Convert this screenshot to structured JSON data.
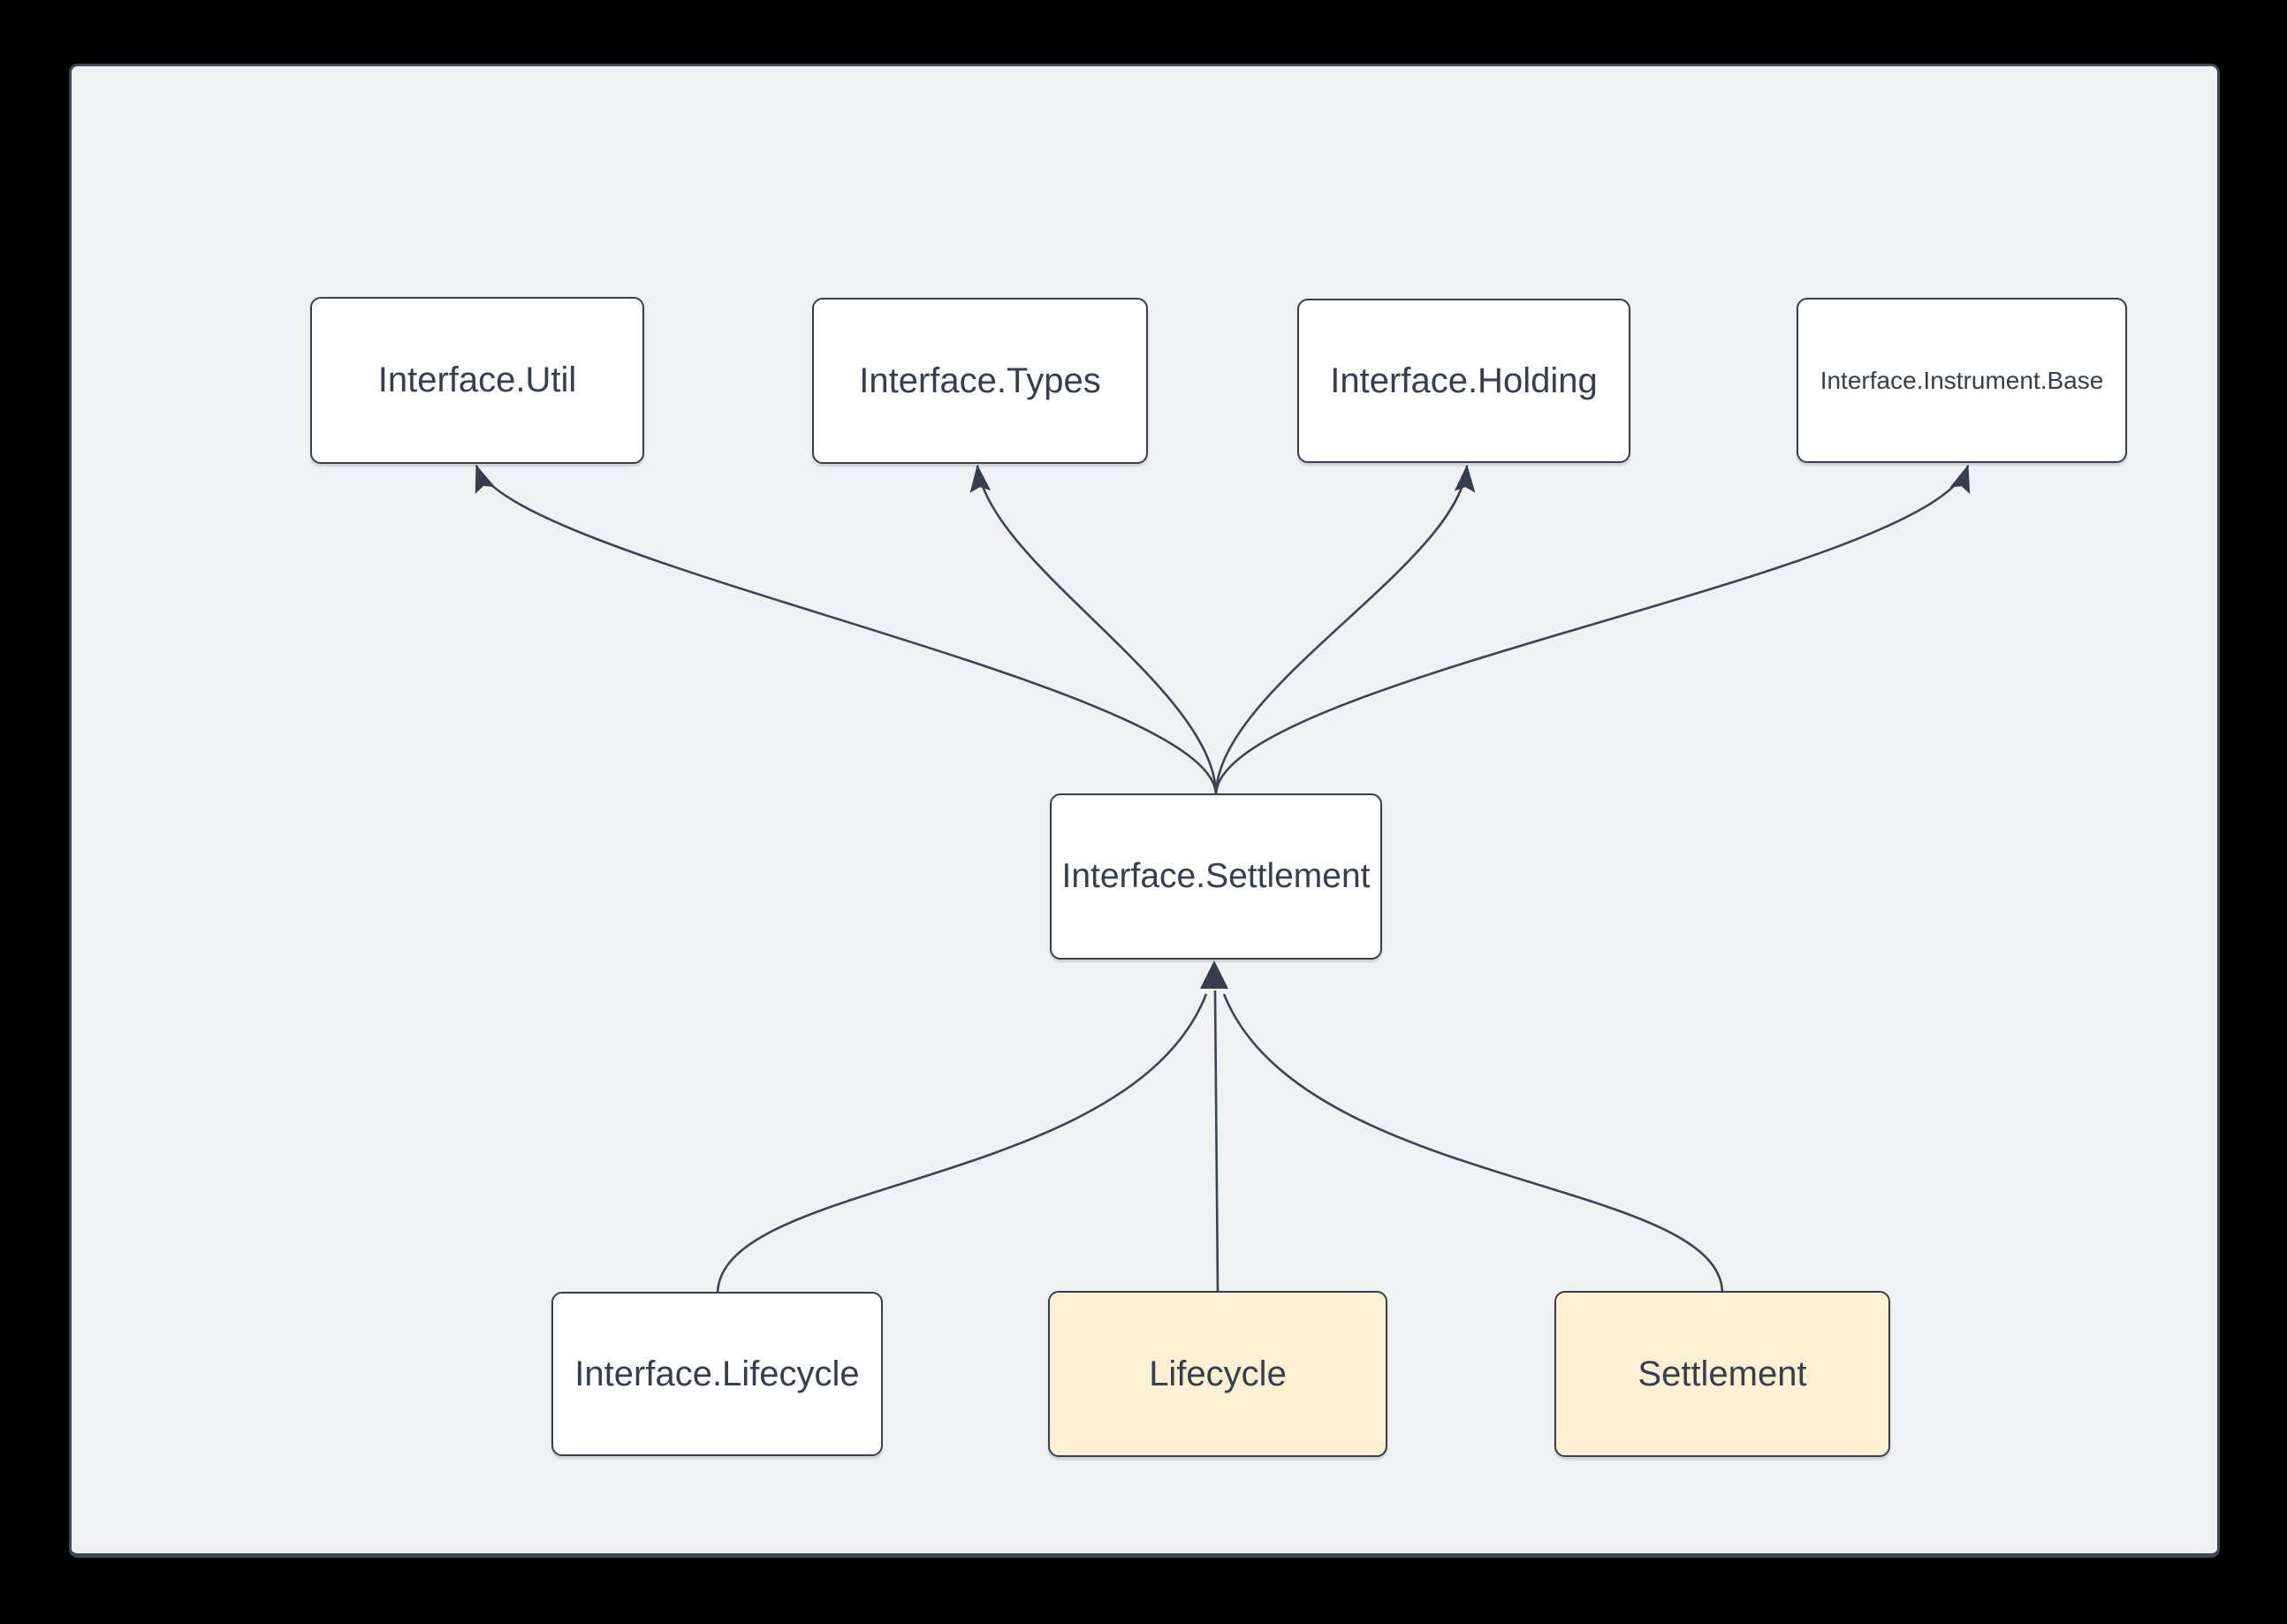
{
  "diagram": {
    "nodes": [
      {
        "id": "interface-util",
        "label": "Interface.Util",
        "variant": "default"
      },
      {
        "id": "interface-types",
        "label": "Interface.Types",
        "variant": "default"
      },
      {
        "id": "interface-holding",
        "label": "Interface.Holding",
        "variant": "default"
      },
      {
        "id": "interface-instrument-base",
        "label": "Interface.Instrument.Base",
        "variant": "default"
      },
      {
        "id": "interface-settlement",
        "label": "Interface.Settlement",
        "variant": "default"
      },
      {
        "id": "interface-lifecycle",
        "label": "Interface.Lifecycle",
        "variant": "default"
      },
      {
        "id": "lifecycle",
        "label": "Lifecycle",
        "variant": "highlight"
      },
      {
        "id": "settlement",
        "label": "Settlement",
        "variant": "highlight"
      }
    ],
    "edges": [
      {
        "from": "interface-settlement",
        "to": "interface-util"
      },
      {
        "from": "interface-settlement",
        "to": "interface-types"
      },
      {
        "from": "interface-settlement",
        "to": "interface-holding"
      },
      {
        "from": "interface-settlement",
        "to": "interface-instrument-base"
      },
      {
        "from": "interface-lifecycle",
        "to": "interface-settlement"
      },
      {
        "from": "lifecycle",
        "to": "interface-settlement"
      },
      {
        "from": "settlement",
        "to": "interface-settlement"
      }
    ],
    "colors": {
      "frame": "#000000",
      "panel": "#f0f1f3",
      "ink": "#373e4d",
      "edge": "#3c4352",
      "node_fill": "#ffffff",
      "highlight_fill": "#fdf0d2"
    }
  }
}
